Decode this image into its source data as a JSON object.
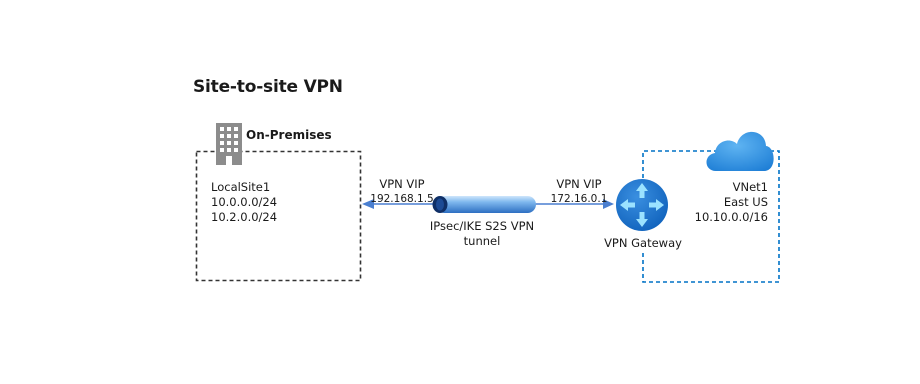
{
  "diagram": {
    "title": "Site-to-site VPN",
    "onprem": {
      "label": "On-Premises",
      "site_name": "LocalSite1",
      "prefix_1": "10.0.0.0/24",
      "prefix_2": "10.2.0.0/24",
      "vip_label": "VPN VIP",
      "vip_ip": "192.168.1.5",
      "icon": "building-icon"
    },
    "tunnel": {
      "label_line1": "IPsec/IKE S2S VPN",
      "label_line2": "tunnel",
      "color": "#4a7fd0"
    },
    "azure": {
      "vip_label": "VPN VIP",
      "vip_ip": "172.16.0.1",
      "gateway_label": "VPN Gateway",
      "vnet_name": "VNet1",
      "region": "East US",
      "address_space": "10.10.0.0/16",
      "cloud_icon": "cloud-icon",
      "gateway_icon": "vpn-gateway-icon",
      "accent_color": "#0072c6"
    }
  }
}
